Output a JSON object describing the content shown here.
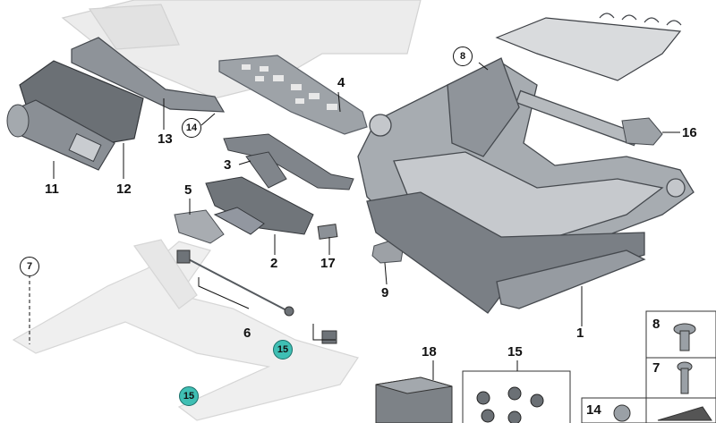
{
  "parts": {
    "p1": "1",
    "p2": "2",
    "p3": "3",
    "p4": "4",
    "p5": "5",
    "p6": "6",
    "p8": "8",
    "p9": "9",
    "p11": "11",
    "p12": "12",
    "p13": "13",
    "p14": "14",
    "p16": "16",
    "p17": "17",
    "p18": "18",
    "p15": "15",
    "p7": "7"
  },
  "callouts": {
    "c8": "8",
    "c14": "14",
    "c7": "7",
    "c15a": "15",
    "c15b": "15"
  },
  "legend": {
    "r8": "8",
    "r7": "7",
    "r14": "14"
  },
  "colors": {
    "ghost": "#e4e4e4",
    "frame": "#9aa0a6",
    "dark": "#5a5f66",
    "accent": "#3fbfb4"
  }
}
